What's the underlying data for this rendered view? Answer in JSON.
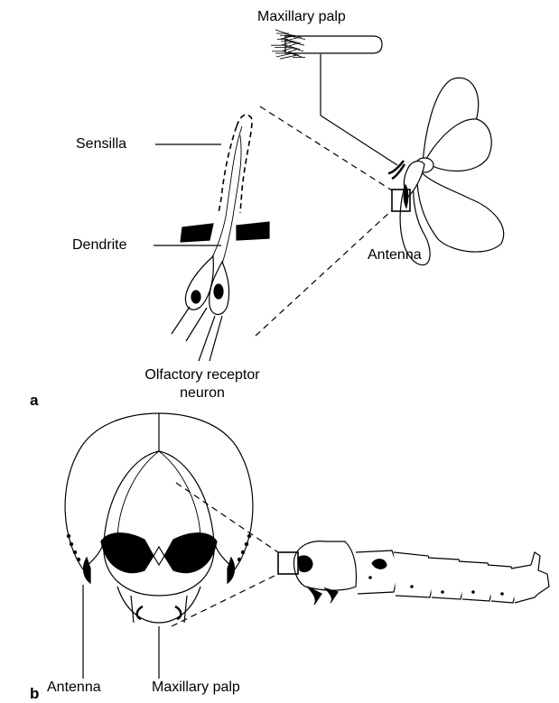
{
  "panel_a": {
    "letter": "a",
    "labels": {
      "maxillary_palp": "Maxillary palp",
      "sensilla": "Sensilla",
      "dendrite": "Dendrite",
      "antenna": "Antenna",
      "orn_line1": "Olfactory receptor",
      "orn_line2": "neuron"
    }
  },
  "panel_b": {
    "letter": "b",
    "labels": {
      "antenna": "Antenna",
      "maxillary_palp": "Maxillary palp"
    }
  },
  "colors": {
    "ink": "#000000",
    "paper": "#ffffff"
  }
}
